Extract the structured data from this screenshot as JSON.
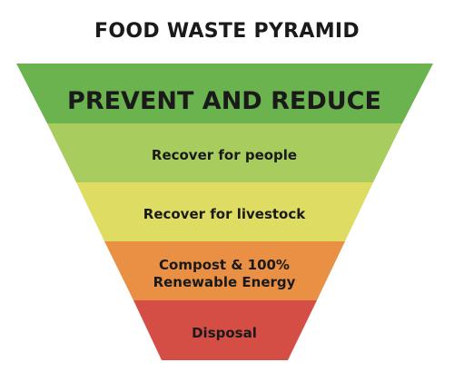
{
  "title": "FOOD WASTE PYRAMID",
  "tiers": [
    {
      "lines": [
        "PREVENT AND REDUCE"
      ],
      "color": "#6ab34e"
    },
    {
      "lines": [
        "Recover for people"
      ],
      "color": "#a8cc5e"
    },
    {
      "lines": [
        "Recover for livestock"
      ],
      "color": "#dedc63"
    },
    {
      "lines": [
        "Compost & 100%",
        "Renewable Energy"
      ],
      "color": "#e99045"
    },
    {
      "lines": [
        "Disposal"
      ],
      "color": "#d54e46"
    }
  ]
}
